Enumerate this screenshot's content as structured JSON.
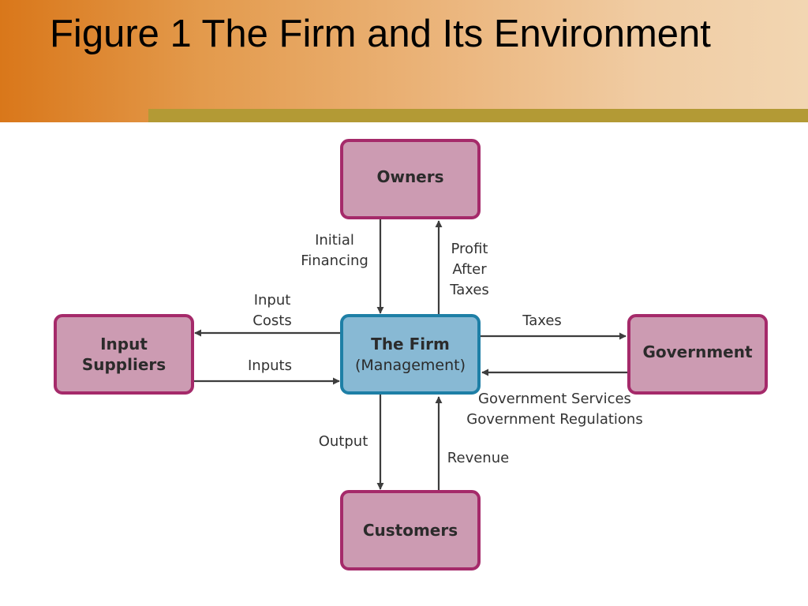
{
  "slide": {
    "title": "Figure 1 The Firm and Its Environment"
  },
  "diagram": {
    "nodes": {
      "owners": "Owners",
      "input_suppliers_line1": "Input",
      "input_suppliers_line2": "Suppliers",
      "firm_line1": "The Firm",
      "firm_line2": "(Management)",
      "government": "Government",
      "customers": "Customers"
    },
    "flows": {
      "initial_financing_line1": "Initial",
      "initial_financing_line2": "Financing",
      "profit_after_taxes_line1": "Profit",
      "profit_after_taxes_line2": "After",
      "profit_after_taxes_line3": "Taxes",
      "input_costs_line1": "Input",
      "input_costs_line2": "Costs",
      "inputs": "Inputs",
      "taxes": "Taxes",
      "government_services": "Government Services",
      "government_regulations": "Government Regulations",
      "output": "Output",
      "revenue": "Revenue"
    },
    "colors": {
      "node_fill": "#cc9bb2",
      "node_border": "#a52a6a",
      "firm_fill": "#88b9d4",
      "firm_border": "#1e7fa6",
      "arrow": "#3d3d3d"
    }
  }
}
